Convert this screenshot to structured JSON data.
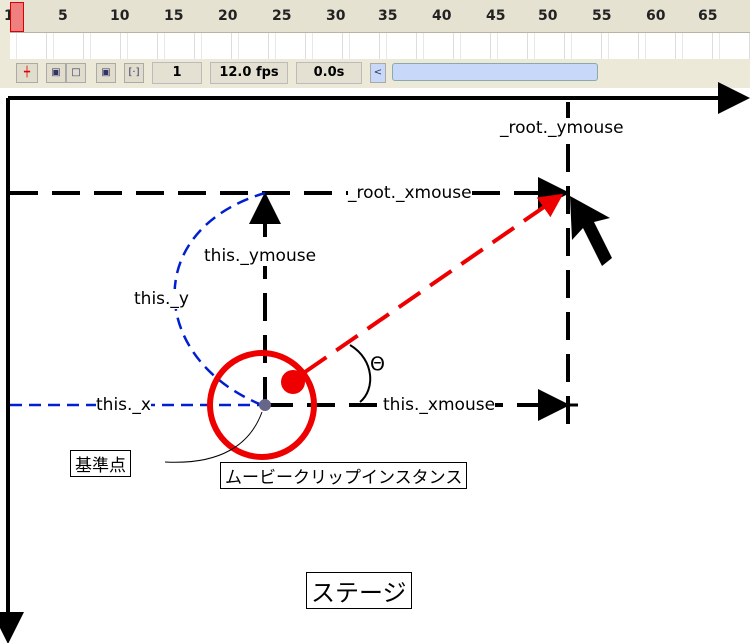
{
  "timeline": {
    "frame_numbers": [
      "1",
      "5",
      "10",
      "15",
      "20",
      "25",
      "30",
      "35",
      "40",
      "45",
      "50",
      "55",
      "60",
      "65"
    ],
    "current_frame": "1",
    "fps": "12.0 fps",
    "time": "0.0s",
    "scroll_left": "<"
  },
  "labels": {
    "root_ymouse": "_root._ymouse",
    "root_xmouse": "_root._xmouse",
    "this_ymouse": "this._ymouse",
    "this_y": "this._y",
    "theta": "Θ",
    "this_x": "this._x",
    "this_xmouse": "this._xmouse",
    "reference_point": "基準点",
    "mc_instance": "ムービークリップインスタンス",
    "stage": "ステージ"
  }
}
